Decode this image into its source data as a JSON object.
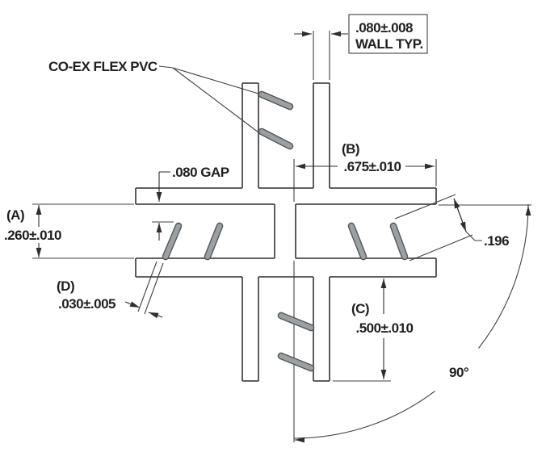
{
  "drawing": {
    "background": "#ffffff",
    "line_color": "#4a4a4a",
    "text_color": "#1f1f1f",
    "fin_fill": "#9ba0a3",
    "fin_edge": "#54575a",
    "material_note": "CO-EX FLEX PVC",
    "wall_callout": {
      "line1": ".080±.008",
      "line2": "WALL TYP."
    },
    "gap_label": ".080 GAP",
    "dim_a": {
      "ref": "(A)",
      "value": ".260±.010"
    },
    "dim_b": {
      "ref": "(B)",
      "value": ".675±.010"
    },
    "dim_c": {
      "ref": "(C)",
      "value": ".500±.010"
    },
    "dim_d": {
      "ref": "(D)",
      "value": ".030±.005"
    },
    "fin_length": ".196",
    "angle": "90°"
  }
}
